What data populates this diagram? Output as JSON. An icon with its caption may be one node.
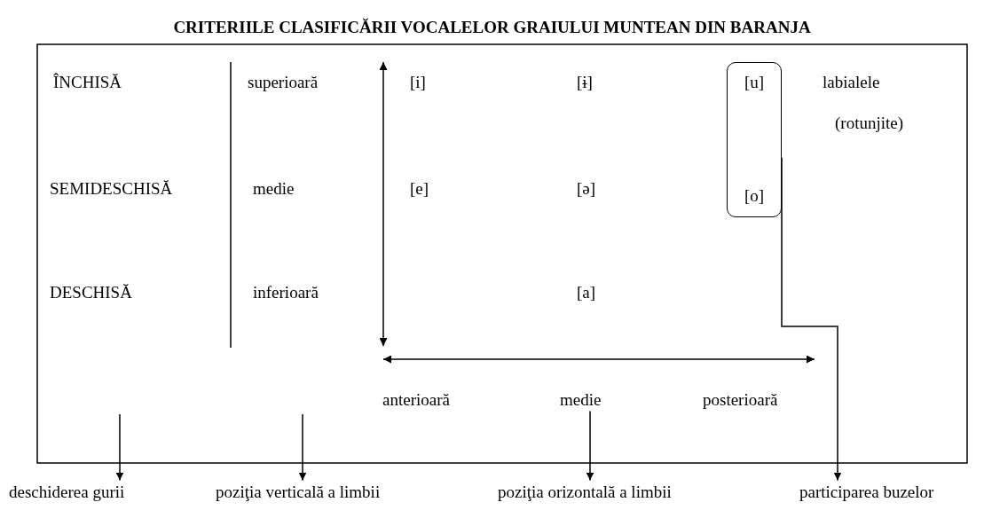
{
  "diagram": {
    "title": "CRITERIILE CLASIFICĂRII VOCALELOR GRAIULUI MUNTEAN DIN BARANJA",
    "nodes": [
      {
        "text": [
          "deschiderea gurii"
        ]
      },
      {
        "text": [
          "poziţia verticală a limbii"
        ]
      },
      {
        "text": [
          "poziţia orizontală a limbii"
        ]
      },
      {
        "text": [
          "participarea buzelor"
        ]
      },
      {
        "text": [
          "[u]",
          "[o]"
        ]
      },
      {
        "text": [
          "medie"
        ]
      }
    ],
    "edges": [
      {
        "from": null,
        "to": 0,
        "arrow": "to"
      },
      {
        "from": null,
        "to": 1,
        "arrow": "to"
      },
      {
        "from": 5,
        "to": 2,
        "arrow": "to"
      },
      {
        "from": 4,
        "to": 3,
        "arrow": "to"
      }
    ],
    "labels": [
      "ÎNCHISĂ",
      "superioară",
      "[i]",
      "[ɨ]",
      "labialele",
      "(rotunjite)",
      "SEMIDESCHISĂ",
      "medie",
      "[e]",
      "[ə]",
      "DESCHISĂ",
      "inferioară",
      "[a]",
      "anterioară",
      "posterioară"
    ]
  }
}
